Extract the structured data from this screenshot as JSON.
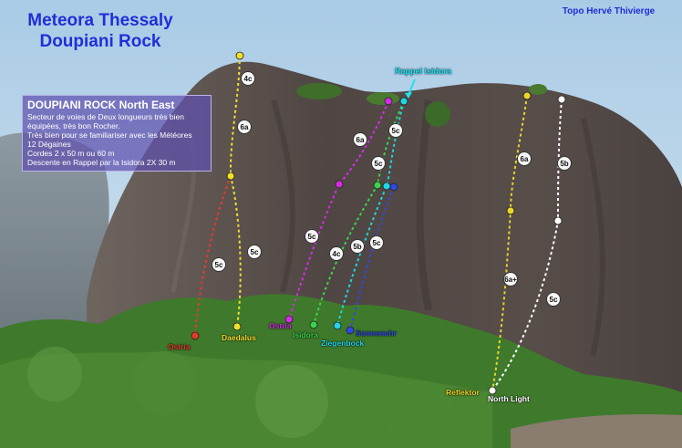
{
  "title": {
    "line1": "Meteora Thessaly",
    "line2": "Doupiani Rock"
  },
  "credit": "Topo Hervé Thivierge",
  "info": {
    "title": "DOUPIANI ROCK North East",
    "lines": [
      "Secteur  de voies de Deux longueurs très bien",
      "équipées, très bon Rocher.",
      "Très bien pour se familiariser avec les Météores",
      "12 Dégaines",
      "Cordes 2 x 50 m ou 60 m",
      "Descente en Rappel par la Isidora 2X 30 m"
    ]
  },
  "rappel_label": "Rappel Isidora",
  "routes": [
    {
      "name": "Ostria",
      "color": "#e63a2c",
      "grades": [
        "5c"
      ]
    },
    {
      "name": "Daedalus",
      "color": "#f0e02a",
      "grades": [
        "4c",
        "6a",
        "5c"
      ]
    },
    {
      "name": "Ostria",
      "color": "#d52ce6",
      "grades": [
        "6a",
        "5c"
      ]
    },
    {
      "name": "Isidora",
      "color": "#39d449",
      "grades": [
        "5c",
        "4c"
      ]
    },
    {
      "name": "Ziegenbock",
      "color": "#22d3e6",
      "grades": [
        "5c",
        "5b"
      ]
    },
    {
      "name": "Sonnenuhr",
      "color": "#3048e6",
      "grades": [
        "5c"
      ]
    },
    {
      "name": "Reflektor",
      "color": "#e8d62a",
      "grades": [
        "6a",
        "6a+"
      ]
    },
    {
      "name": "North Light",
      "color": "#ffffff",
      "grades": [
        "5b",
        "5c"
      ]
    }
  ],
  "colors": {
    "title": "#1f2fd8",
    "sky": "#bcd6e8",
    "rock": "#5a504c",
    "forest": "#3f7a2c"
  }
}
